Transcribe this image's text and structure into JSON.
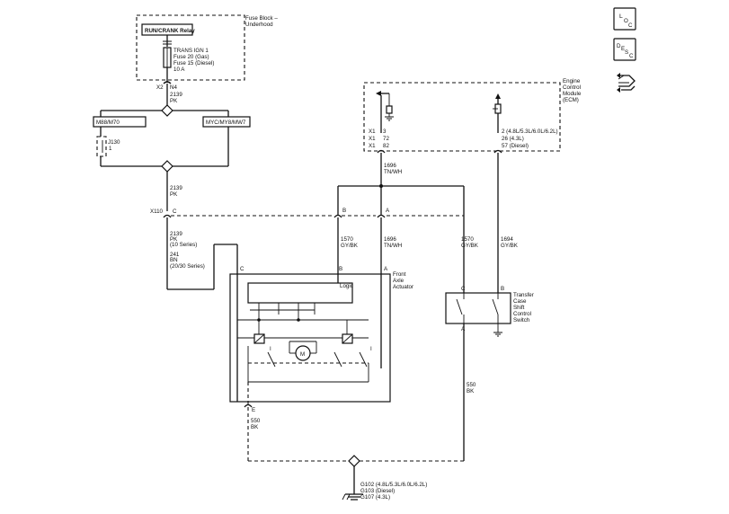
{
  "side_icons": {
    "loc_top": "L",
    "loc_sub": "O",
    "loc_sub2": "C",
    "desc_top": "D",
    "desc_e": "E",
    "desc_s": "S",
    "desc_c": "C",
    "nav_icon": "routing-arrows-icon"
  },
  "fuse_block": {
    "title_line1": "Fuse Block –",
    "title_line2": "Underhood",
    "relay_label": "RUN/CRANK Relay",
    "fuse_line1": "TRANS IGN 1",
    "fuse_line2": "Fuse 20 (Gas)",
    "fuse_line3": "Fuse 15 (Diesel)",
    "fuse_line4": "10 A",
    "conn_x2": "X2",
    "conn_n4": "N4"
  },
  "wire_2139_top": {
    "num": "2139",
    "color": "PK"
  },
  "option_left": "M88/M70",
  "option_right": "MYC/MY8/MW7",
  "jumper_label": "J130",
  "wire_2139_mid": {
    "num": "2139",
    "color": "PK"
  },
  "conn_x110": {
    "label": "X110",
    "pin_c": "C",
    "pin_b": "B",
    "pin_a": "A"
  },
  "wire_2139_low": {
    "num": "2139",
    "color": "PK",
    "note": "(10 Series)"
  },
  "wire_241": {
    "num": "241",
    "color": "BN",
    "note": "(20/30 Series)"
  },
  "ecm": {
    "line1": "Engine",
    "line2": "Control",
    "line3": "Module",
    "line4": "(ECM)",
    "x1_a": "X1",
    "x1_b": "X1",
    "x1_c": "X1",
    "pin_3": "3",
    "pin_72": "72",
    "pin_82": "82",
    "pin_r1": "2 (4.8L/5.3L/6.0L/6.2L)",
    "pin_r2": "26 (4.3L)",
    "pin_r3": "57 (Diesel)"
  },
  "wire_1696_top": {
    "num": "1696",
    "color": "TN/WH"
  },
  "wire_1570_left": {
    "num": "1570",
    "color": "GY/BK"
  },
  "wire_1696_left": {
    "num": "1696",
    "color": "TN/WH"
  },
  "wire_1570_right": {
    "num": "1570",
    "color": "GY/BK"
  },
  "wire_1694": {
    "num": "1694",
    "color": "GY/BK"
  },
  "actuator": {
    "line1": "Front",
    "line2": "Axle",
    "line3": "Actuator",
    "logic": "Logic",
    "pin_c": "C",
    "pin_b": "B",
    "pin_a": "A",
    "pin_e": "E",
    "motor": "M"
  },
  "transfer_switch": {
    "line1": "Transfer",
    "line2": "Case",
    "line3": "Shift",
    "line4": "Control",
    "line5": "Switch",
    "pin_c": "C",
    "pin_b": "B",
    "pin_a": "A"
  },
  "wire_550_left": {
    "num": "550",
    "color": "BK"
  },
  "wire_550_right": {
    "num": "550",
    "color": "BK"
  },
  "ground": {
    "line1": "G102 (4.8L/5.3L/6.0L/6.2L)",
    "line2": "G103 (Diesel)",
    "line3": "G107 (4.3L)"
  }
}
